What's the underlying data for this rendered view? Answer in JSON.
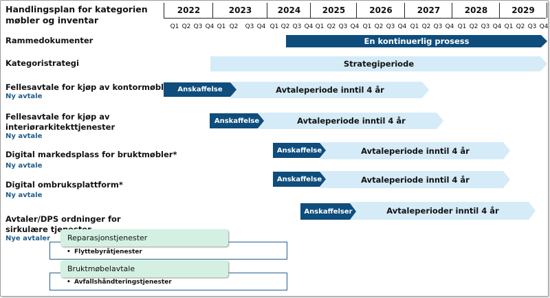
{
  "title": "Handlingsplan for kategorien møbler og inventar",
  "years": [
    "2022",
    "2023",
    "2024",
    "2025",
    "2026",
    "2027",
    "2028",
    "2029"
  ],
  "quarter_labels": [
    "Q1",
    "Q2",
    "Q3",
    "Q4"
  ],
  "rows": [
    {
      "label": "Rammedokumenter",
      "sub": "",
      "bars": [
        {
          "text": "En kontinuerlig prosess",
          "style": "dark"
        }
      ]
    },
    {
      "label": "Kategoristrategi",
      "sub": "",
      "bars": [
        {
          "text": "Strategiperiode",
          "style": "light"
        }
      ]
    },
    {
      "label": "Fellesavtale for kjøp av kontormøbler",
      "sub": "Ny avtale",
      "bars": [
        {
          "text": "Anskaffelse",
          "style": "dark"
        },
        {
          "text": "Avtaleperiode inntil 4 år",
          "style": "light"
        }
      ]
    },
    {
      "label": "Fellesavtale for kjøp av interiørarkitekttjenester",
      "sub": "Ny avtale",
      "bars": [
        {
          "text": "Anskaffelse",
          "style": "dark"
        },
        {
          "text": "Avtaleperiode inntil 4 år",
          "style": "light"
        }
      ]
    },
    {
      "label": "Digital markedsplass for bruktmøbler*",
      "sub": "Ny avtale",
      "bars": [
        {
          "text": "Anskaffelse",
          "style": "dark"
        },
        {
          "text": "Avtaleperiode inntil 4 år",
          "style": "light"
        }
      ]
    },
    {
      "label": "Digital ombruksplattform*",
      "sub": "Ny avtale",
      "bars": [
        {
          "text": "Anskaffelse",
          "style": "dark"
        },
        {
          "text": "Avtaleperiode inntil 4 år",
          "style": "light"
        }
      ]
    },
    {
      "label": "Avtaler/DPS ordninger for sirkulære tjenester",
      "sub": "Nye avtaler",
      "bars": [
        {
          "text": "Anskaffelser",
          "style": "dark"
        },
        {
          "text": "Avtaleperioder inntil 4 år",
          "style": "light"
        }
      ]
    }
  ],
  "services": [
    {
      "name": "Reparasjonstjenester",
      "bullet": "Flyttebyråtjenester"
    },
    {
      "name": "Bruktmøbelavtale",
      "bullet": "Avfallshåndteringstjenester"
    }
  ],
  "colors": {
    "dark_bar": "#0e4d7c",
    "light_bar": "#d5ebf8",
    "service_box": "#d3f0e3",
    "subtitle": "#1f5c8a"
  }
}
